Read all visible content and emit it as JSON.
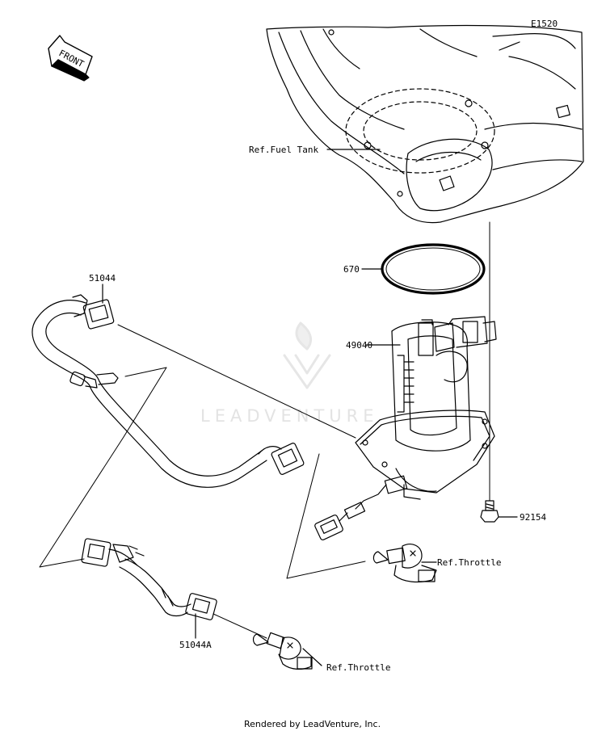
{
  "diagram_code": "E1520",
  "front_label": "FRONT",
  "callouts": {
    "fuel_tank_ref": "Ref.Fuel Tank",
    "gasket": "670",
    "fuel_pump": "49040",
    "hose_upper": "51044",
    "hose_lower": "51044A",
    "bolt": "92154",
    "throttle_ref_right": "Ref.Throttle",
    "throttle_ref_lower": "Ref.Throttle"
  },
  "watermark": "LEADVENTURE",
  "footer": "Rendered by LeadVenture, Inc."
}
